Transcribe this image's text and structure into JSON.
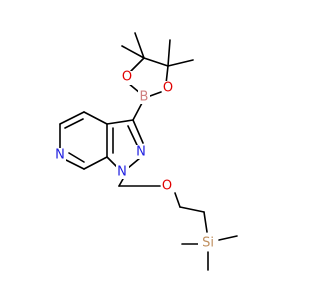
{
  "molecule": {
    "atoms": {
      "B": "B",
      "O1": "O",
      "O2": "O",
      "N_pyridine": "N",
      "N2_pyrazole": "N",
      "N1_pyrazole": "N",
      "O_ether": "O",
      "Si": "Si"
    },
    "colors": {
      "B": "#d08080",
      "O": "#e00000",
      "N": "#1f1fe0",
      "Si": "#c09060",
      "bond": "#000000"
    }
  }
}
